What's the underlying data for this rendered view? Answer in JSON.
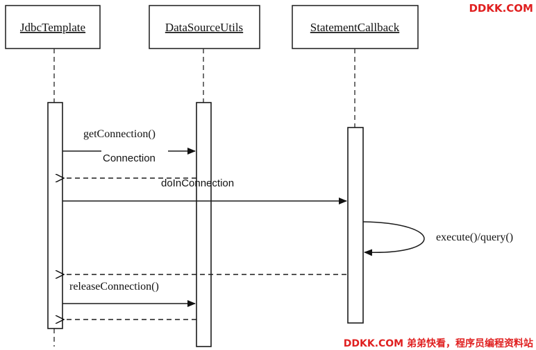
{
  "objects": [
    {
      "id": "jdbc",
      "label": "JdbcTemplate"
    },
    {
      "id": "dsu",
      "label": "DataSourceUtils"
    },
    {
      "id": "scb",
      "label": "StatementCallback"
    }
  ],
  "messages": [
    {
      "label": "getConnection()",
      "from": "jdbc",
      "to": "dsu",
      "style": "solid"
    },
    {
      "label": "Connection",
      "from": "dsu",
      "to": "jdbc",
      "style": "dashed"
    },
    {
      "label": "doInConnection",
      "from": "jdbc",
      "to": "scb",
      "style": "solid"
    },
    {
      "label": "execute()/query()",
      "from": "scb",
      "to": "scb",
      "style": "self"
    },
    {
      "label": "",
      "from": "scb",
      "to": "jdbc",
      "style": "dashed"
    },
    {
      "label": "releaseConnection()",
      "from": "jdbc",
      "to": "dsu",
      "style": "solid"
    },
    {
      "label": "",
      "from": "dsu",
      "to": "jdbc",
      "style": "dashed"
    }
  ],
  "watermark": {
    "top": "DDKK.COM",
    "bottom": "DDKK.COM 弟弟快看，程序员编程资料站",
    "color": "#e02020"
  }
}
